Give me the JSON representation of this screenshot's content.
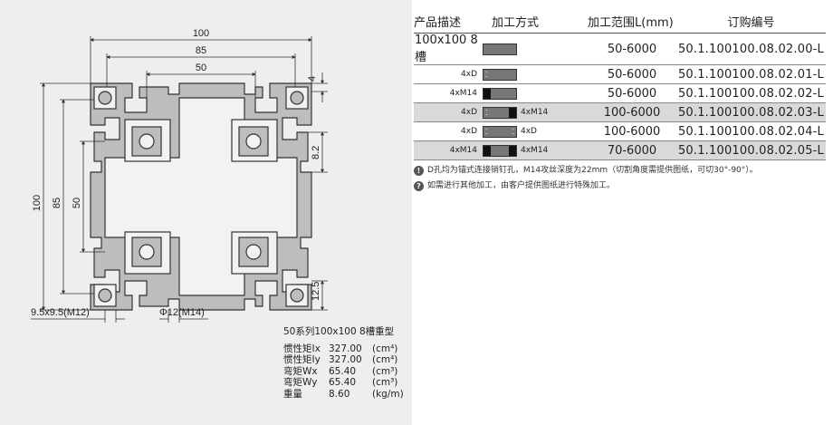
{
  "drawing": {
    "dim_top_100": "100",
    "dim_top_85": "85",
    "dim_top_50": "50",
    "dim_4": "4",
    "dim_8_2": "8.2",
    "dim_12_5": "12.5",
    "dim_left_100": "100",
    "dim_left_85": "85",
    "dim_left_50": "50",
    "dim_slot": "9.5x9.5(M12)",
    "dim_hole": "Φ12(M14)"
  },
  "specs": {
    "title": "50系列100x100 8槽重型",
    "rows": [
      {
        "k": "惯性矩Ix",
        "v": "327.00",
        "u": "(cm⁴)"
      },
      {
        "k": "惯性矩Iy",
        "v": "327.00",
        "u": "(cm⁴)"
      },
      {
        "k": "弯矩Wx",
        "v": "65.40",
        "u": "(cm³)"
      },
      {
        "k": "弯矩Wy",
        "v": "65.40",
        "u": "(cm³)"
      },
      {
        "k": "重量",
        "v": "8.60",
        "u": "(kg/m)"
      }
    ]
  },
  "table": {
    "headers": [
      "产品描述",
      "加工方式",
      "加工范围L(mm)",
      "订购编号"
    ],
    "rows": [
      {
        "desc": "100x100 8槽",
        "left": "",
        "right": "",
        "range": "50-6000",
        "code": "50.1.100100.08.02.00-L"
      },
      {
        "desc": "4xD",
        "left": "",
        "right": "",
        "range": "50-6000",
        "code": "50.1.100100.08.02.01-L"
      },
      {
        "desc": "4xM14",
        "left": "",
        "right": "",
        "range": "50-6000",
        "code": "50.1.100100.08.02.02-L"
      },
      {
        "desc": "4xD",
        "left": "",
        "right": "4xM14",
        "range": "100-6000",
        "code": "50.1.100100.08.02.03-L"
      },
      {
        "desc": "4xD",
        "left": "",
        "right": "4xD",
        "range": "100-6000",
        "code": "50.1.100100.08.02.04-L"
      },
      {
        "desc": "4xM14",
        "left": "",
        "right": "4xM14",
        "range": "70-6000",
        "code": "50.1.100100.08.02.05-L"
      }
    ]
  },
  "notes": [
    "D孔均为锚式连接销钉孔，M14攻丝深度为22mm（切割角度需提供图纸，可切30°-90°）。",
    "如需进行其他加工，由客户提供图纸进行特殊加工。"
  ]
}
